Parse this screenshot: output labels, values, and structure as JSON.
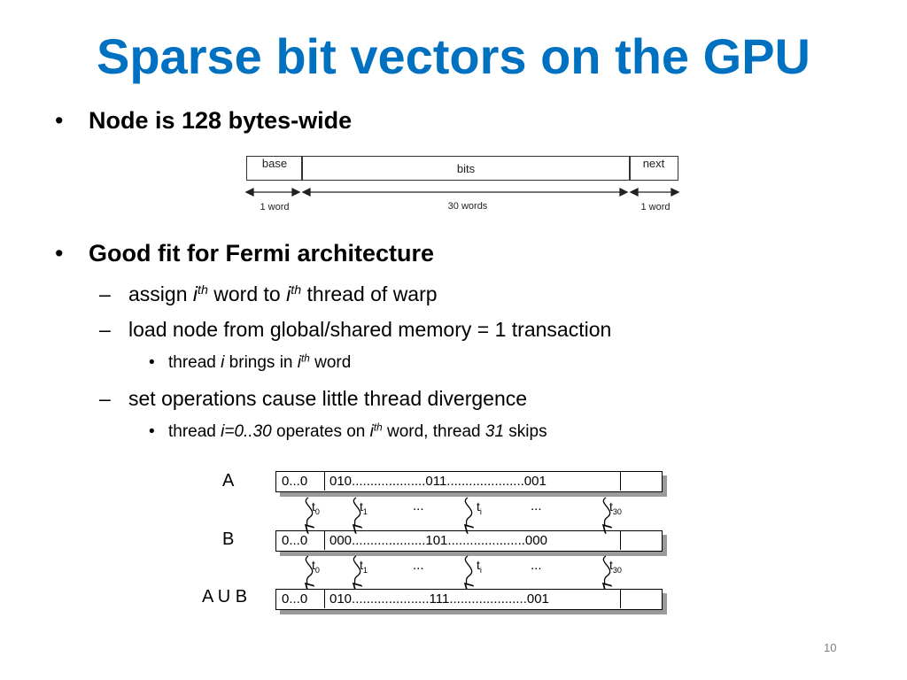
{
  "title": "Sparse bit vectors on the GPU",
  "bullet1": "Node is 128 bytes-wide",
  "node": {
    "fields": [
      "base",
      "bits",
      "next"
    ],
    "widths": [
      "1 word",
      "30 words",
      "1 word"
    ]
  },
  "bullet2": "Good fit for Fermi architecture",
  "sub1": {
    "a": "assign ",
    "i1": "i",
    "th1": "th",
    "b": " word to ",
    "i2": "i",
    "th2": "th",
    "c": " thread of warp"
  },
  "sub2": "load node from global/shared memory = 1 transaction",
  "sub2_1": {
    "a": "thread ",
    "i1": "i",
    "b": " brings in ",
    "i2": "i",
    "th": "th",
    "c": " word"
  },
  "sub3": "set operations cause little thread divergence",
  "sub3_1": {
    "a": "thread ",
    "i1": "i=0..30",
    "b": " operates on ",
    "i2": "i",
    "th": "th",
    "c": " word, thread ",
    "n": "31",
    "d": " skips"
  },
  "diagram": {
    "rows": [
      {
        "label": "A",
        "base": "0...0",
        "bits": "010....................011.....................001"
      },
      {
        "label": "B",
        "base": "0...0",
        "bits": "000....................101.....................000"
      },
      {
        "label": "A U B",
        "base": "0...0",
        "bits": "010.....................111.....................001"
      }
    ],
    "threads": [
      {
        "t": "t",
        "s": "0"
      },
      {
        "t": "t",
        "s": "1"
      },
      {
        "t": "t",
        "s": "i"
      },
      {
        "t": "t",
        "s": "30"
      }
    ],
    "ellipsis": "..."
  },
  "page_number": "10",
  "colors": {
    "title": "#0070c0",
    "shadow": "#9a9a9a"
  }
}
